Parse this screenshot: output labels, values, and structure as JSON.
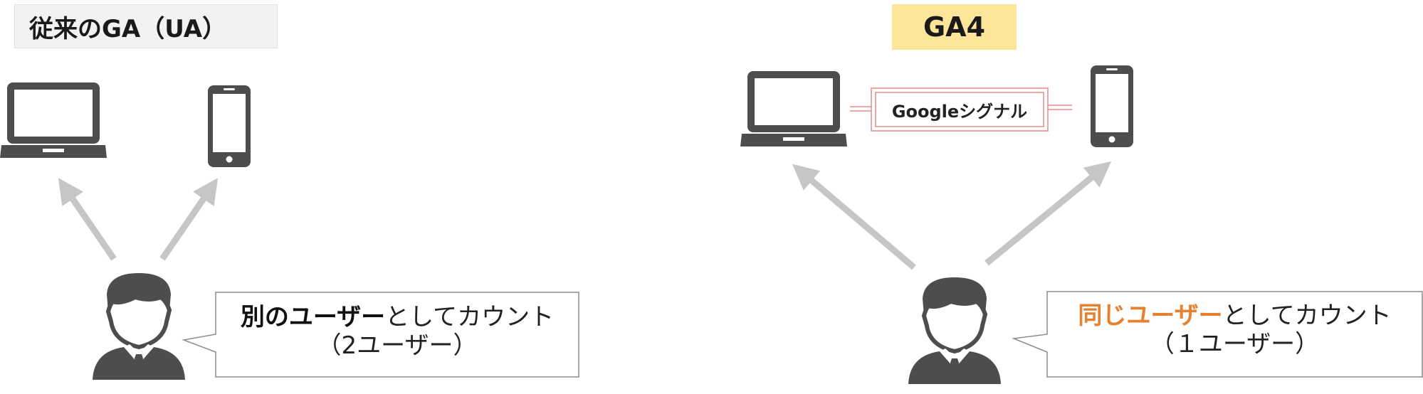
{
  "left_panel": {
    "title": "従来のGA（UA）",
    "callout_bold": "別のユーザー",
    "callout_rest": "としてカウント",
    "callout_line2": "（2ユーザー）"
  },
  "right_panel": {
    "title": "GA4",
    "signal_label": "Googleシグナル",
    "callout_bold": "同じユーザー",
    "callout_rest": "としてカウント",
    "callout_line2": "（１ユーザー）"
  },
  "colors": {
    "icon": "#4d4d4d",
    "arrow": "#c6c6c6",
    "ga4_highlight": "#e8812f",
    "signal_border": "#e88a8a",
    "ua_title_bg": "#f2f2f2",
    "ga4_title_bg": "#fde69a"
  },
  "icons": [
    "laptop-icon",
    "smartphone-icon",
    "user-icon"
  ]
}
